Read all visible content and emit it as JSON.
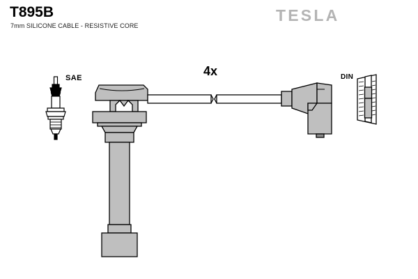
{
  "header": {
    "part_number": "T895B",
    "description": "7mm SILICONE CABLE - RESISTIVE CORE",
    "brand": "TESLA"
  },
  "diagram": {
    "quantity_label": "4x",
    "spark_plug_end_label": "SAE",
    "distributor_end_label": "DIN",
    "colors": {
      "outline": "#000000",
      "body_fill": "#bfbfbf",
      "body_fill_dark": "#a8a8a8",
      "cable_fill": "#ffffff",
      "logo_grey": "#b4b4b4",
      "background": "#ffffff"
    },
    "components": [
      {
        "name": "sae-spark-plug-icon",
        "label": "SAE"
      },
      {
        "name": "distributor-boot",
        "label": ""
      },
      {
        "name": "vertical-cable-run",
        "label": ""
      },
      {
        "name": "horizontal-cable-run",
        "label": "4x"
      },
      {
        "name": "din-elbow-connector",
        "label": ""
      },
      {
        "name": "din-terminal-icon",
        "label": "DIN"
      }
    ]
  }
}
